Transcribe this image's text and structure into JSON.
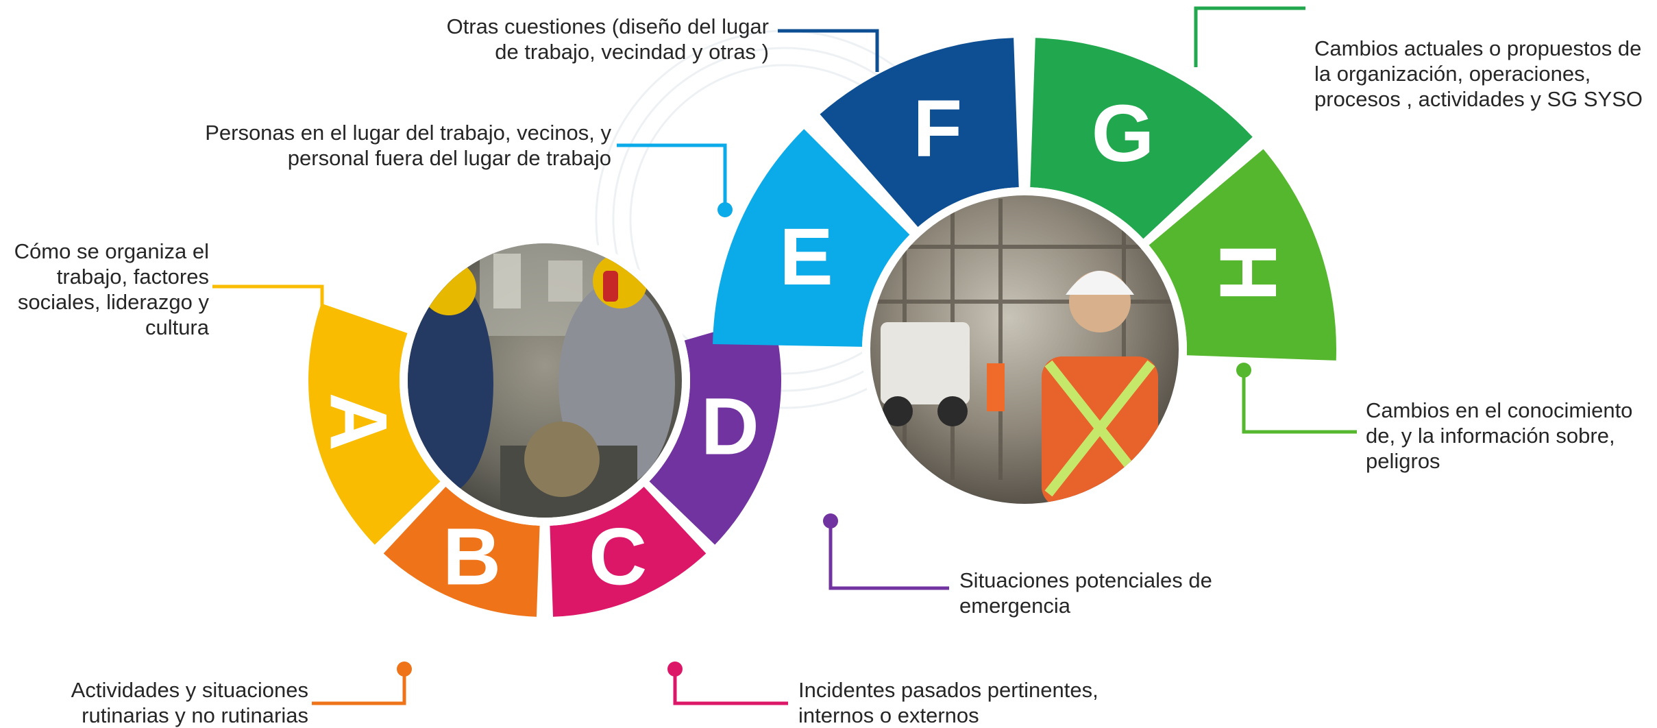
{
  "segments": [
    {
      "letter": "A",
      "color": "#F9BC00"
    },
    {
      "letter": "B",
      "color": "#EE7319"
    },
    {
      "letter": "C",
      "color": "#DC1768"
    },
    {
      "letter": "D",
      "color": "#7033A0"
    },
    {
      "letter": "E",
      "color": "#0BAAE8"
    },
    {
      "letter": "F",
      "color": "#0E4F93"
    },
    {
      "letter": "G",
      "color": "#21A84E"
    },
    {
      "letter": "H",
      "color": "#55B72D"
    }
  ],
  "labels": {
    "A": [
      "Cómo se organiza el",
      "trabajo, factores",
      "sociales, liderazgo y",
      "cultura"
    ],
    "B": [
      "Actividades y situaciones",
      "rutinarias y no rutinarias"
    ],
    "C": [
      "Incidentes  pasados pertinentes,",
      "internos o externos"
    ],
    "D": [
      "Situaciones potenciales de",
      "emergencia"
    ],
    "E": [
      "Personas en el lugar del trabajo, vecinos, y",
      "personal fuera del lugar de trabajo"
    ],
    "F": [
      "Otras cuestiones (diseño del lugar",
      "de trabajo, vecindad y otras )"
    ],
    "G": [
      "Cambios actuales o propuestos de",
      "la organización, operaciones,",
      "procesos , actividades y SG SYSO"
    ],
    "H": [
      "Cambios en el conocimiento",
      "de, y la información sobre,",
      "peligros"
    ]
  },
  "photos": [
    {
      "name": "workshop-grinding-photo"
    },
    {
      "name": "construction-site-photo"
    }
  ]
}
